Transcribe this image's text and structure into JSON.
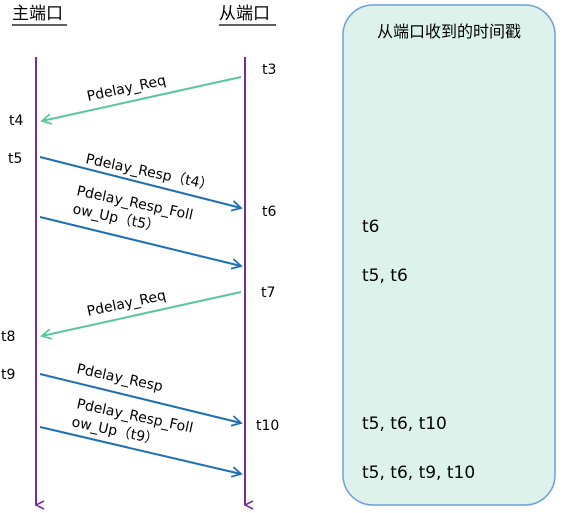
{
  "ports": {
    "master": "主端口",
    "slave": "从端口"
  },
  "timestamps": {
    "t3": "t3",
    "t4": "t4",
    "t5": "t5",
    "t6": "t6",
    "t7": "t7",
    "t8": "t8",
    "t9": "t9",
    "t10": "t10"
  },
  "messages": {
    "req1": "Pdelay_Req",
    "resp1": "Pdelay_Resp（t4）",
    "follow1_line1": "Pdelay_Resp_Foll",
    "follow1_line2": "ow_Up（t5）",
    "req2": "Pdelay_Req",
    "resp2": "Pdelay_Resp",
    "follow2_line1": "Pdelay_Resp_Foll",
    "follow2_line2": "ow_Up（t9）"
  },
  "panel": {
    "title": "从端口收到的时间戳",
    "rows": [
      "t6",
      "t5, t6",
      "t5, t6, t10",
      "t5, t6, t9, t10"
    ]
  },
  "colors": {
    "lifeline": "#7030a0",
    "req_arrow": "#5bc69a",
    "resp_arrow": "#1f6fb4",
    "panel_fill": "#dcf2ea",
    "panel_border": "#6f9fdc"
  }
}
